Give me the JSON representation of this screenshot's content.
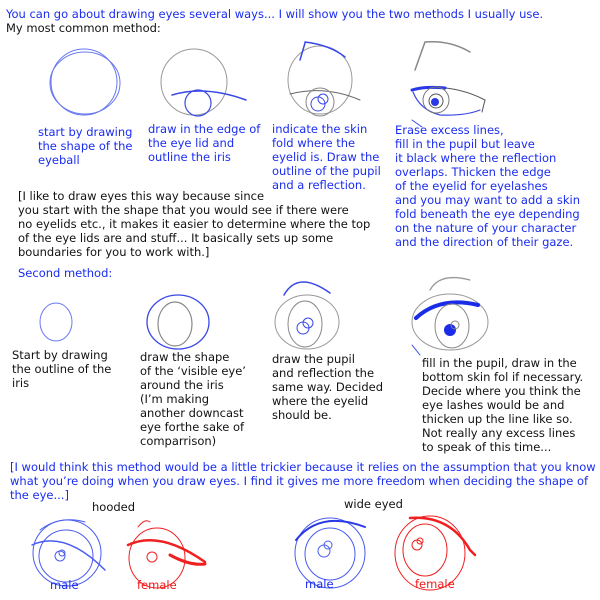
{
  "intro": "You can go about drawing eyes several ways... I will show you the two methods I usually use.",
  "method1": {
    "heading": "My most common method:",
    "steps": [
      "start by drawing\nthe shape of the\neyeball",
      "draw in the edge of\nthe eye lid and\noutline the iris",
      "indicate the skin\nfold where the\neyelid is. Draw the\noutline of the pupil\nand a reflection.",
      "Erase excess lines,\nfill in the pupil but leave\nit black where the reflection\noverlaps. Thicken the edge\nof the eyelid for eyelashes\nand you may want to add a skin\nfold beneath the eye depending\non the nature of your character\nand the direction of their gaze."
    ],
    "note": "[I like to draw eyes this way because since\nyou start with the shape that you would see if there were\nno eyelids etc., it makes it easier to determine where the top\nof the eye lids are and stuff... It basically sets up some\nboundaries for you to work with.]"
  },
  "method2": {
    "heading": "Second method:",
    "steps": [
      "Start by drawing\nthe outline of the\niris",
      "draw the shape\nof the ‘visible eye’\naround the iris\n(I’m making\nanother downcast\neye forthe sake of\ncomparrison)",
      "draw the pupil\nand reflection the\nsame way. Decided\nwhere the eyelid\nshould be.",
      "fill in the pupil, draw in the\nbottom skin fol if necessary.\nDecide where you think the\neye lashes would be and\nthicken up the line like so.\nNot really any excess lines\nto speak of this time..."
    ],
    "note": "[I would think this method would be a little trickier because it relies on the assumption that you know\nwhat you’re doing when you draw eyes. I find it gives me more freedom when deciding the shape of\nthe eye...]"
  },
  "examples": {
    "hooded_label": "hooded",
    "wide_label": "wide eyed",
    "hooded_male": "male",
    "hooded_female": "female",
    "wide_male": "male",
    "wide_female": "female"
  },
  "colors": {
    "blue_text": "#1a2cf0",
    "sketch_blue": "#4a5cf0",
    "sketch_red": "#f02020",
    "sketch_gray": "#888888"
  }
}
